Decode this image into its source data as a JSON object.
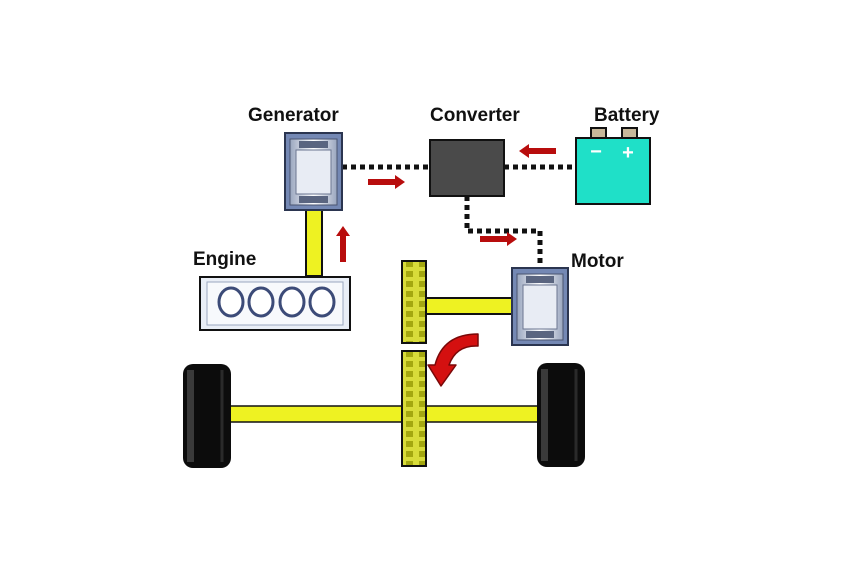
{
  "labels": {
    "generator": "Generator",
    "converter": "Converter",
    "battery": "Battery",
    "engine": "Engine",
    "motor": "Motor"
  },
  "battery_terminals": {
    "negative": "−",
    "positive": "+"
  },
  "colors": {
    "shaft": "#eef222",
    "gear": "#d8dc3a",
    "flow_arrow": "#b80d0d",
    "rotation_arrow": "#d41010",
    "converter": "#4a4a4a",
    "battery": "#1fe0c8",
    "wire": "#111111",
    "tire": "#0c0c0c",
    "engine_block": "#e9eef6",
    "unit_frame": "#7488b4"
  }
}
